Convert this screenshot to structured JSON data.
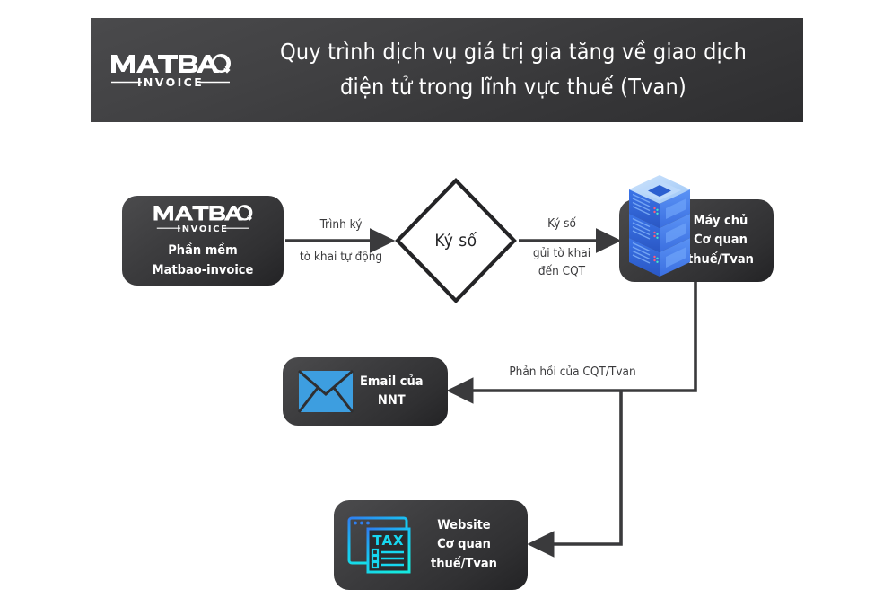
{
  "header": {
    "logo": {
      "brand": "MATBAO",
      "sub": "INVOICE",
      "icon": "matbao-logo-icon"
    },
    "title_line1": "Quy trình dịch vụ giá trị gia tăng về giao dịch",
    "title_line2": "điện tử trong lĩnh vực thuế (Tvan)",
    "bg_color": "#3b3b3d",
    "text_color": "#ffffff"
  },
  "diagram": {
    "nodes": [
      {
        "id": "software",
        "logo_brand": "MATBAO",
        "logo_sub": "INVOICE",
        "label_line1": "Phần mềm",
        "label_line2": "Matbao-invoice",
        "icon": "matbao-logo-icon"
      },
      {
        "id": "decision",
        "label": "Ký số",
        "shape": "diamond",
        "stroke": "#242426",
        "fill": "#ffffff"
      },
      {
        "id": "server",
        "label_line1": "Máy chủ",
        "label_line2": "Cơ quan",
        "label_line3": "thuế/Tvan",
        "icon": "server-rack-icon",
        "icon_color": "#2f6fe0"
      },
      {
        "id": "email",
        "label_line1": "Email của",
        "label_line2": "NNT",
        "icon": "envelope-icon",
        "icon_color": "#3d9ee0"
      },
      {
        "id": "website",
        "label_line1": "Website",
        "label_line2": "Cơ quan",
        "label_line3": "thuế/Tvan",
        "icon": "tax-website-icon",
        "icon_color": "#17d7f0"
      }
    ],
    "edges": [
      {
        "id": "edge-1",
        "from": "software",
        "to": "decision",
        "label_line1": "Trình ký",
        "label_line2": "tờ khai tự động"
      },
      {
        "id": "edge-2",
        "from": "decision",
        "to": "server",
        "label_line1": "Ký số",
        "label_line2": "gửi tờ khai",
        "label_line3": "đến CQT"
      },
      {
        "id": "edge-3",
        "from": "server",
        "to": "email",
        "label_line1": "Phản hồi của CQT/Tvan"
      },
      {
        "id": "edge-4",
        "from": "server",
        "to": "website",
        "label_line1": ""
      }
    ],
    "line_color": "#3a3a3c",
    "background": "#ffffff"
  }
}
